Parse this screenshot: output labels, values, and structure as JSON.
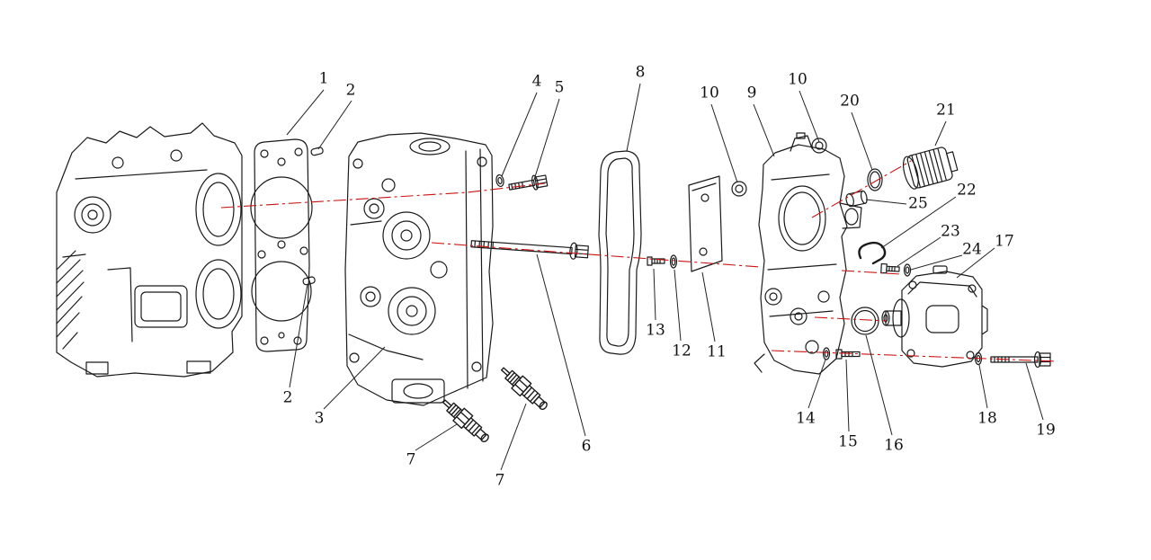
{
  "colors": {
    "outline": "#1a1a1a",
    "centerline": "#c81414",
    "label_text": "#111111",
    "background": "#ffffff"
  },
  "callouts": [
    {
      "label": "1"
    },
    {
      "label": "2"
    },
    {
      "label": "4"
    },
    {
      "label": "5"
    },
    {
      "label": "8"
    },
    {
      "label": "10"
    },
    {
      "label": "9"
    },
    {
      "label": "10"
    },
    {
      "label": "20"
    },
    {
      "label": "21"
    },
    {
      "label": "22"
    },
    {
      "label": "25"
    },
    {
      "label": "23"
    },
    {
      "label": "24"
    },
    {
      "label": "17"
    },
    {
      "label": "13"
    },
    {
      "label": "12"
    },
    {
      "label": "11"
    },
    {
      "label": "2"
    },
    {
      "label": "3"
    },
    {
      "label": "7"
    },
    {
      "label": "7"
    },
    {
      "label": "6"
    },
    {
      "label": "14"
    },
    {
      "label": "15"
    },
    {
      "label": "16"
    },
    {
      "label": "18"
    },
    {
      "label": "19"
    }
  ]
}
